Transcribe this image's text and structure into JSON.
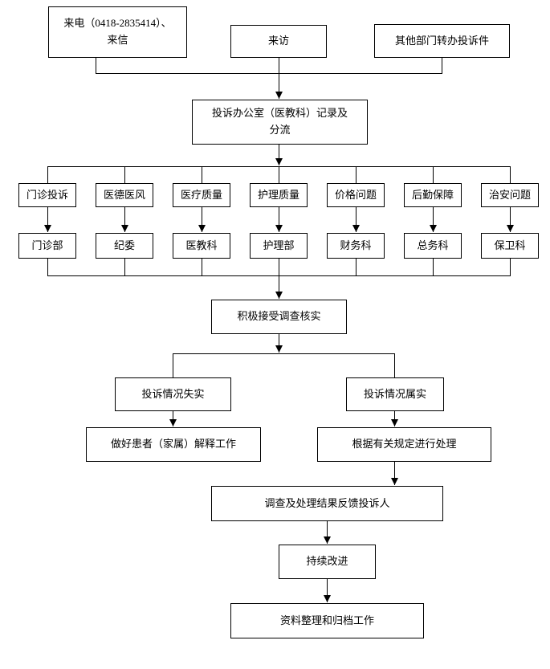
{
  "flowchart": {
    "colors": {
      "background": "#ffffff",
      "line": "#000000",
      "text": "#000000"
    },
    "sources": {
      "phone_letter": "来电（0418-2835414）、\n来信",
      "visit": "来访",
      "transfer": "其他部门转办投诉件"
    },
    "intake_office": "投诉办公室（医教科）记录及\n分流",
    "categories": [
      "门诊投诉",
      "医德医风",
      "医疗质量",
      "护理质量",
      "价格问题",
      "后勤保障",
      "治安问题"
    ],
    "departments": [
      "门诊部",
      "纪委",
      "医教科",
      "护理部",
      "财务科",
      "总务科",
      "保卫科"
    ],
    "investigation": "积极接受调查核实",
    "outcome_false": "投诉情况失实",
    "outcome_true": "投诉情况属实",
    "explain_work": "做好患者（家属）解释工作",
    "handle_per_rules": "根据有关规定进行处理",
    "feedback_result": "调查及处理结果反馈投诉人",
    "continuous_improvement": "持续改进",
    "archive_work": "资料整理和归档工作"
  }
}
